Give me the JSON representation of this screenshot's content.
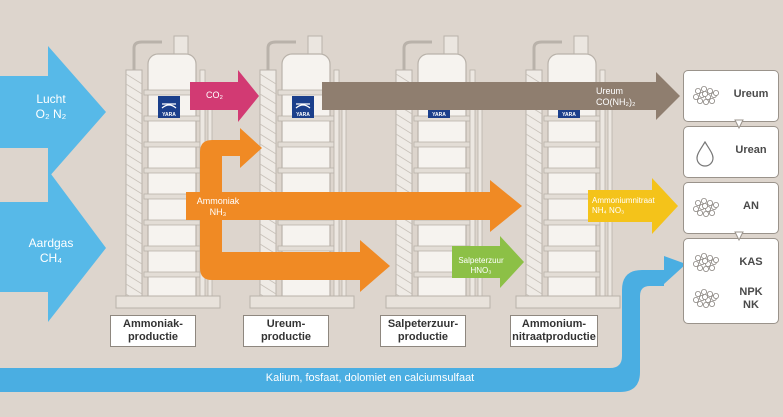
{
  "inputs": {
    "air": {
      "name": "Lucht",
      "formula": "O₂ N₂"
    },
    "gas": {
      "name": "Aardgas",
      "formula": "CH₄"
    },
    "minerals": "Kalium, fosfaat, dolomiet en calciumsulfaat"
  },
  "plants": [
    {
      "label": "Ammoniak-\nproductie",
      "logo": "YARA"
    },
    {
      "label": "Ureum-\nproductie",
      "logo": "YARA"
    },
    {
      "label": "Salpeterzuur-\nproductie",
      "logo": "YARA"
    },
    {
      "label": "Ammonium-\nnitraatproductie",
      "logo": "YARA"
    }
  ],
  "flows": {
    "co2": "CO₂",
    "ammonia": {
      "name": "Ammoniak",
      "formula": "NH₃"
    },
    "nitric_acid": {
      "name": "Salpeterzuur",
      "formula": "HNO₃"
    },
    "urea": {
      "name": "Ureum",
      "formula": "CO(NH₂)₂"
    },
    "ammonium_nitrate": {
      "name": "Ammoniumnitraat",
      "formula": "NH₄ NO₃"
    }
  },
  "products": [
    {
      "name": "Ureum",
      "icon": "granules-icon"
    },
    {
      "name": "Urean",
      "icon": "droplet-icon"
    },
    {
      "name": "AN",
      "icon": "granules-icon"
    },
    {
      "name": "KAS",
      "icon": "granules-icon"
    },
    {
      "name": "NPK\nNK",
      "icon": "granules-icon"
    }
  ],
  "colors": {
    "background": "#ddd5cd",
    "blue": "#4aaee2",
    "magenta": "#d23a73",
    "brown": "#8f7e6f",
    "orange": "#f08a24",
    "green": "#8cc046",
    "yellow": "#f4c31a",
    "yara_blue": "#1b3f8b"
  }
}
